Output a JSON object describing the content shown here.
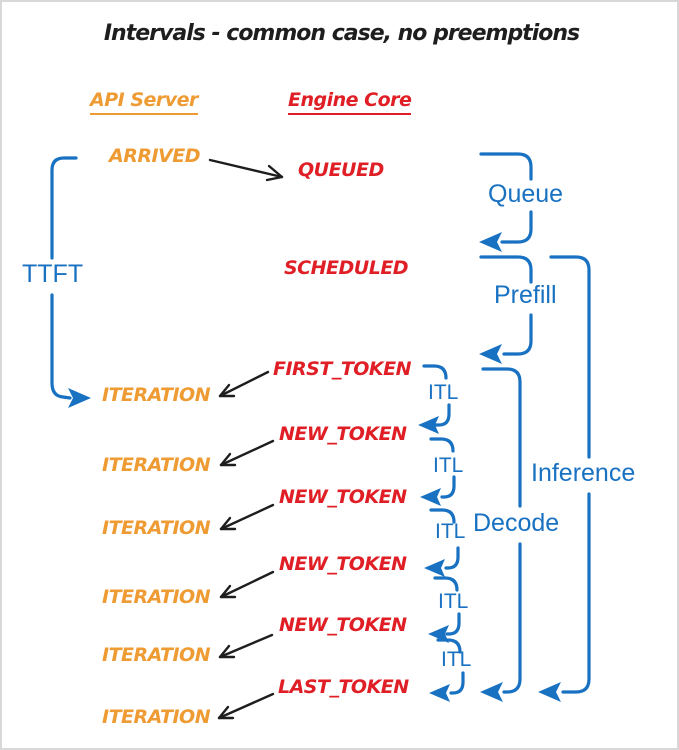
{
  "title": "Intervals - common case, no preemptions",
  "columns": {
    "api_server": "API Server",
    "engine_core": "Engine Core"
  },
  "api_column": {
    "arrived": "ARRIVED",
    "iterations": [
      "ITERATION",
      "ITERATION",
      "ITERATION",
      "ITERATION",
      "ITERATION",
      "ITERATION"
    ]
  },
  "engine_column": {
    "queued": "QUEUED",
    "scheduled": "SCHEDULED",
    "tokens": [
      "FIRST_TOKEN",
      "NEW_TOKEN",
      "NEW_TOKEN",
      "NEW_TOKEN",
      "NEW_TOKEN",
      "LAST_TOKEN"
    ]
  },
  "intervals": {
    "ttft": "TTFT",
    "queue": "Queue",
    "prefill": "Prefill",
    "decode": "Decode",
    "inference": "Inference",
    "itl": [
      "ITL",
      "ITL",
      "ITL",
      "ITL",
      "ITL"
    ]
  },
  "colors": {
    "orange": "#ef9b33",
    "red": "#e01e25",
    "blue": "#1971c2",
    "black": "#1e1e1e",
    "background": "#ffffff"
  }
}
